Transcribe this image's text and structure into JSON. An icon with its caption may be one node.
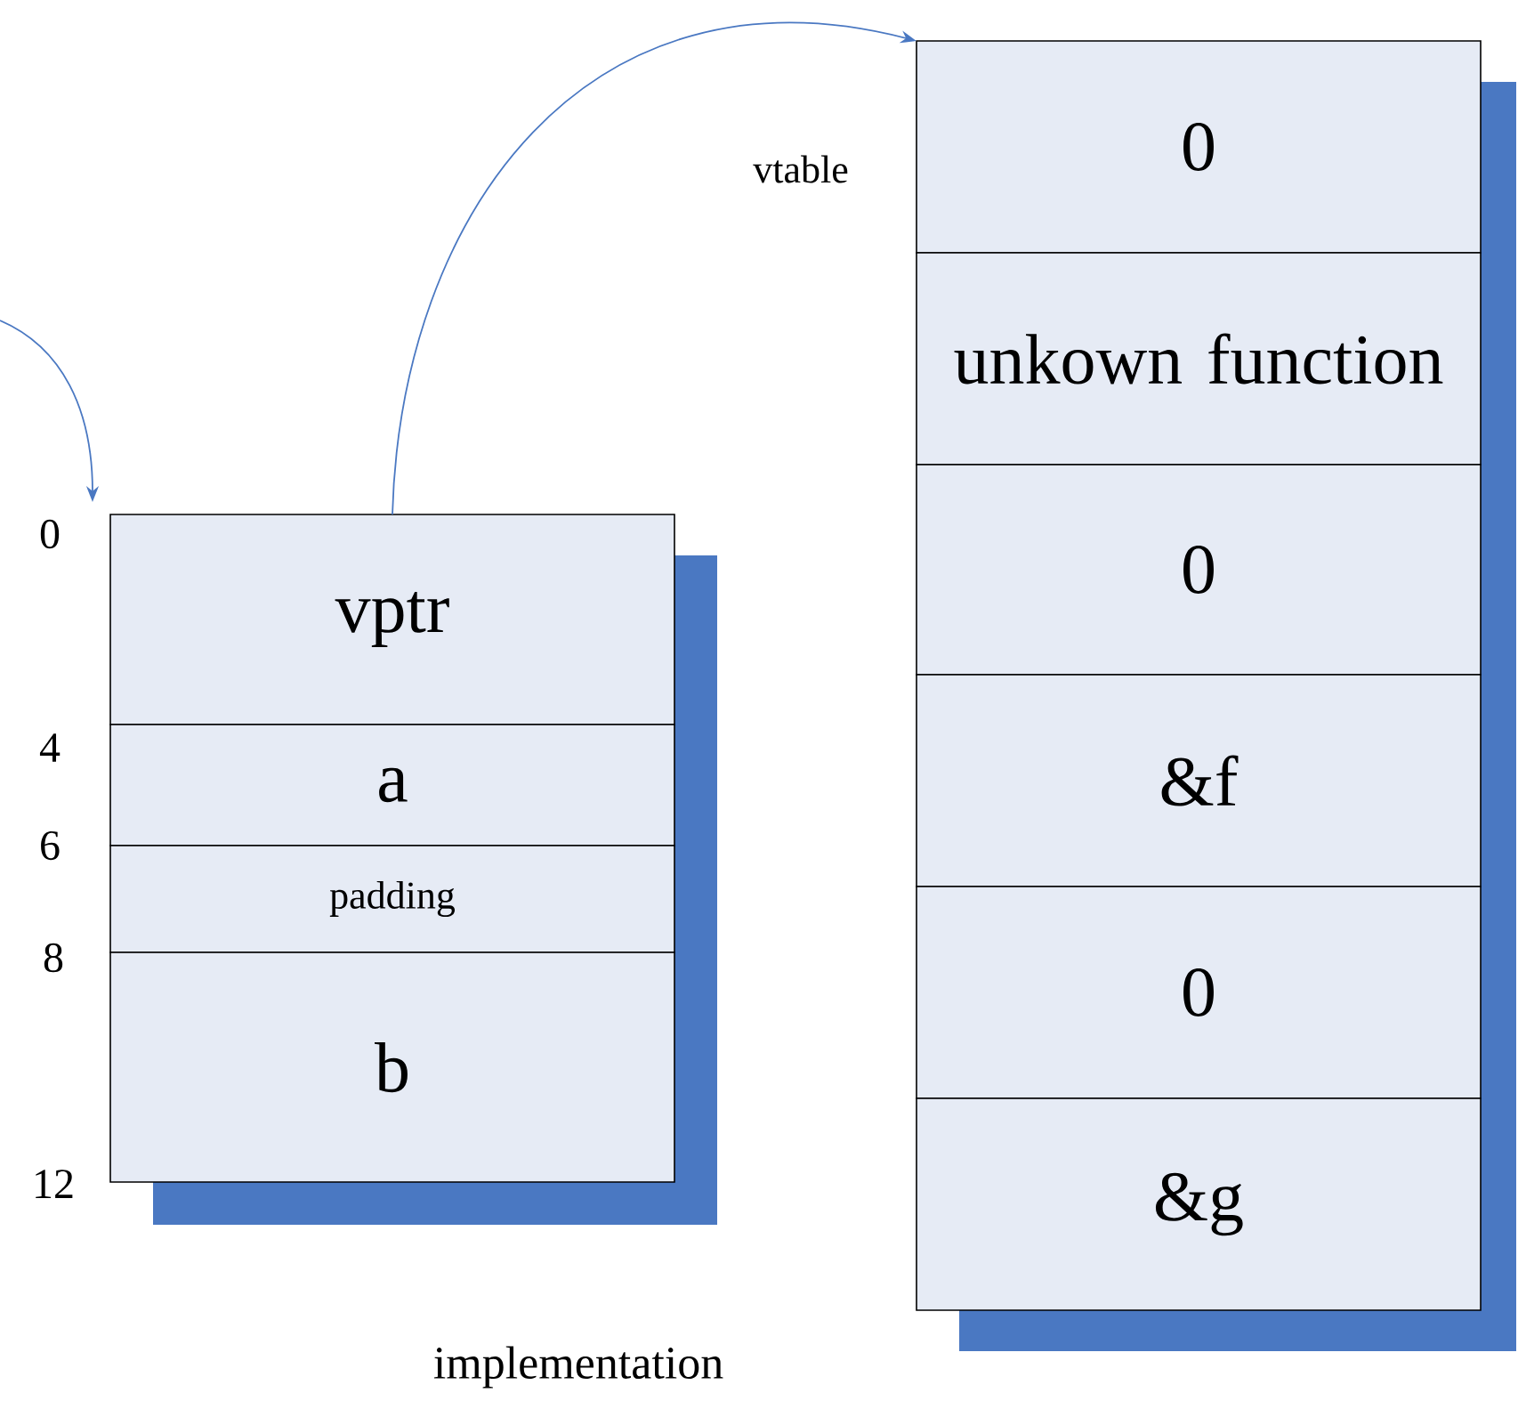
{
  "diagram": {
    "nodes": [
      {
        "text": [
          "vptr"
        ]
      },
      {
        "text": [
          "a"
        ]
      },
      {
        "text": [
          "padding"
        ]
      },
      {
        "text": [
          "b"
        ]
      },
      {
        "text": [
          "0"
        ]
      },
      {
        "text": [
          "unkown function"
        ]
      },
      {
        "text": [
          "0"
        ]
      },
      {
        "text": [
          "&f"
        ]
      },
      {
        "text": [
          "0"
        ]
      },
      {
        "text": [
          "&g"
        ]
      }
    ],
    "edges": [
      {
        "from": null,
        "to": 0,
        "arrow": "to"
      },
      {
        "from": 0,
        "to": 4,
        "arrow": "to"
      }
    ],
    "labels": [
      "vtable",
      "0",
      "4",
      "6",
      "8",
      "12",
      "implementation"
    ]
  }
}
